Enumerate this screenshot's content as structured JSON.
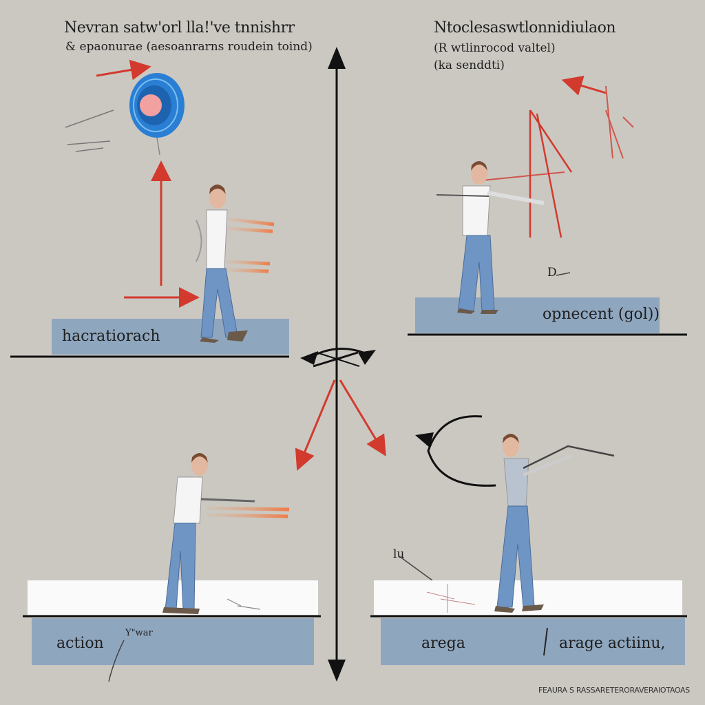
{
  "top_left": {
    "title": "Nevran satw'orl lla!'ve tnnishrr",
    "subtitle": "& epaonurae (aesoanrarns roudein toind)",
    "box_label": "hacratiorach"
  },
  "top_right": {
    "title": "Ntoclesaswtlonnidiulaon",
    "subtitle_line1": "(R wtlinrocod valtel)",
    "subtitle_line2": "(ka senddti)",
    "marker": "D",
    "box_label": "opnecent (gol))"
  },
  "bottom_left": {
    "box_label": "action",
    "note": "Y\"war"
  },
  "bottom_right": {
    "marker": "lu",
    "box_label_left": "arega",
    "box_label_right": "arage actiinu,"
  },
  "footer": "FEAURA S RASSARETERORAVERAIOTAOAS",
  "colors": {
    "background": "#cbc8c2",
    "panel_blue": "#8fa6bf",
    "arrow_red": "#d23a2e",
    "axis": "#111111",
    "orb_blue": "#2a7fd4",
    "orb_core": "#f2a0a0",
    "jeans": "#6f95c4"
  }
}
